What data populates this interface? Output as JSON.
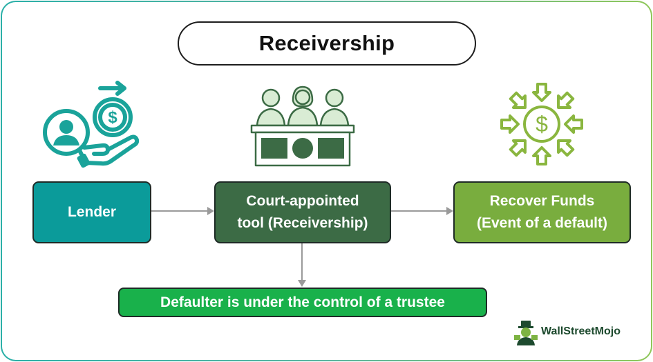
{
  "title": "Receivership",
  "nodes": {
    "lender": "Lender",
    "court_line1": "Court-appointed",
    "court_line2": "tool (Receivership)",
    "recover_line1": "Recover Funds",
    "recover_line2": "(Event of a default)",
    "defaulter": "Defaulter is under the control of a trustee"
  },
  "icons": {
    "lender": "person-money-hand-icon",
    "court": "court-judges-icon",
    "recover": "dollar-inflow-arrows-icon",
    "brand": "wallstreetmojo-logo-icon"
  },
  "brand": "WallStreetMojo",
  "colors": {
    "lender": "#0b9b9a",
    "court": "#3c6b45",
    "recover": "#79ad3e",
    "defaulter": "#19b14b"
  }
}
